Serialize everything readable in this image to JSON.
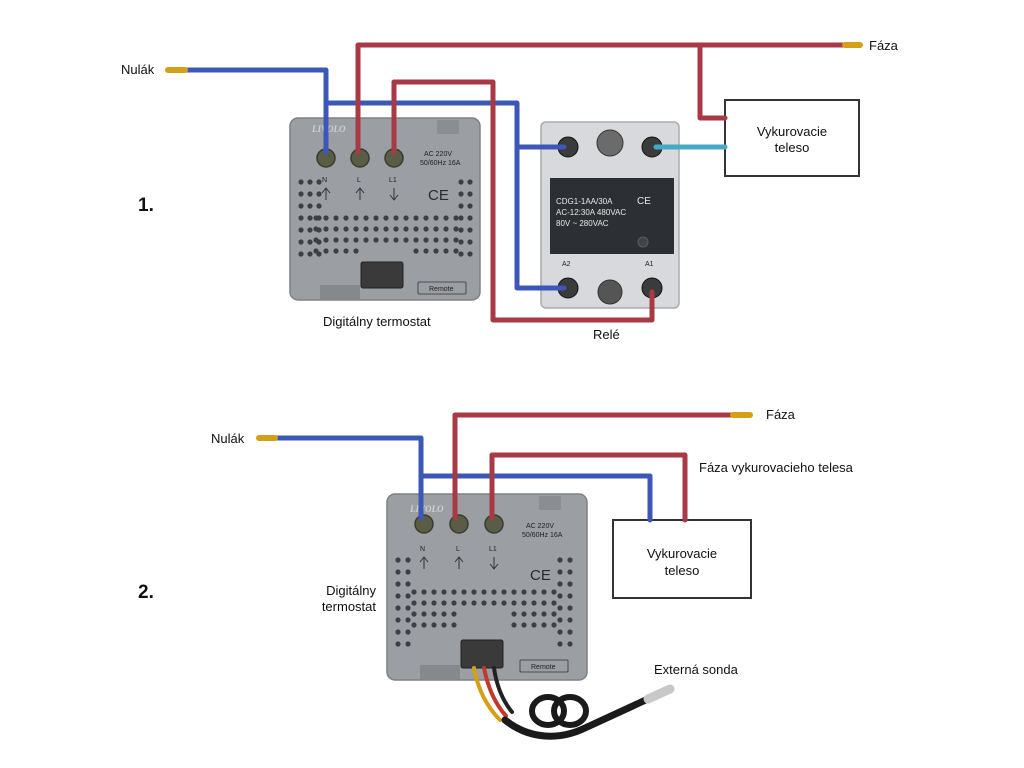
{
  "colors": {
    "neutral_wire": "#3d57b8",
    "phase_wire": "#a83a45",
    "load_wire": "#45a8c4",
    "wire_tip": "#d4a017",
    "device_body": "#9b9ea3",
    "relay_body": "#d7d9dc",
    "relay_label": "#2c2f33",
    "box_border": "#333333"
  },
  "diagram1": {
    "number": "1.",
    "neutral_label": "Nulák",
    "phase_label": "Fáza",
    "heater_line1": "Vykurovacie",
    "heater_line2": "teleso",
    "thermostat_label": "Digitálny termostat",
    "relay_label": "Relé",
    "thermostat": {
      "logo": "LIVOLO",
      "terminals": [
        "N",
        "L",
        "L1"
      ],
      "spec_line1": "AC 220V",
      "spec_line2": "50/60Hz 16A",
      "ce": "CE",
      "slider": "Remote"
    },
    "relay": {
      "line1": "CDG1-1AA/30A",
      "line2": "AC-12:30A 480VAC",
      "line3": "80V ~ 280VAC",
      "ce": "CE",
      "input_minus": "A2",
      "input_plus": "A1"
    }
  },
  "diagram2": {
    "number": "2.",
    "neutral_label": "Nulák",
    "phase_label": "Fáza",
    "heater_phase_label": "Fáza vykurovacieho telesa",
    "heater_line1": "Vykurovacie",
    "heater_line2": "teleso",
    "thermostat_line1": "Digitálny",
    "thermostat_line2": "termostat",
    "probe_label": "Externá sonda",
    "thermostat": {
      "logo": "LIVOLO",
      "terminals": [
        "N",
        "L",
        "L1"
      ],
      "spec_line1": "AC 220V",
      "spec_line2": "50/60Hz 16A",
      "ce": "CE",
      "slider": "Remote"
    }
  }
}
